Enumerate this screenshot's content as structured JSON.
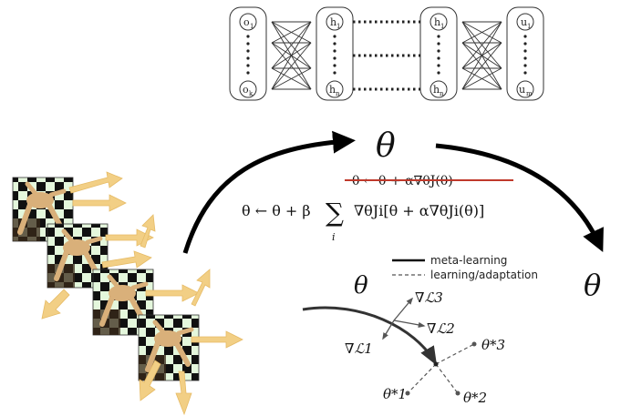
{
  "network": {
    "columns": [
      {
        "top": "o",
        "top_sub": "1",
        "bottom": "o",
        "bottom_sub": "k"
      },
      {
        "top": "h",
        "top_sub": "1",
        "bottom": "h",
        "bottom_sub": "n"
      },
      {
        "top": "h",
        "top_sub": "1",
        "bottom": "h",
        "bottom_sub": "n"
      },
      {
        "top": "u",
        "top_sub": "1",
        "bottom": "u",
        "bottom_sub": "m"
      }
    ]
  },
  "theta_top": "θ",
  "theta_right": "θ",
  "theta_small": "θ",
  "update_struck": "θ ← θ + α∇θJ(θ)",
  "meta_update": {
    "lhs": "θ ← θ + β",
    "sum_index": "i",
    "rhs": "∇θJi[θ + α∇θJi(θ)]"
  },
  "legend": {
    "meta": "meta-learning",
    "adapt": "learning/adaptation"
  },
  "grads": {
    "g3": "∇ℒ3",
    "g2": "∇ℒ2",
    "g1": "∇ℒ1"
  },
  "optima": {
    "t1": "θ*1",
    "t2": "θ*2",
    "t3": "θ*3"
  },
  "colors": {
    "strike": "#c0392b",
    "arrow_task": "#f2cf85",
    "checker_light": "#e4f7dc",
    "checker_dark": "#111111",
    "robot": "#d9b07a"
  }
}
